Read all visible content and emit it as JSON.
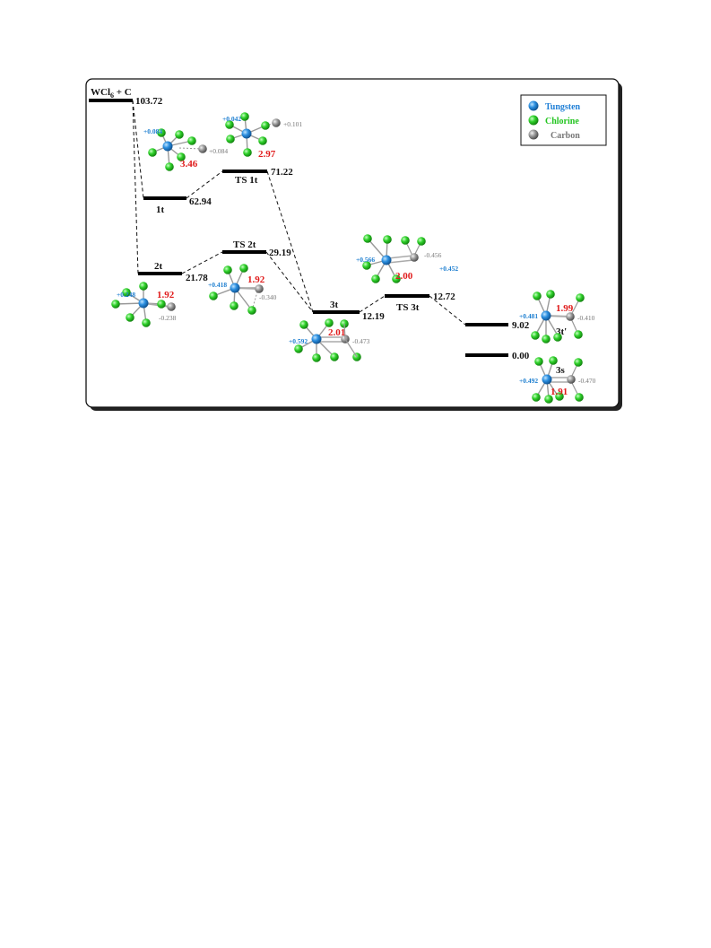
{
  "reactant": {
    "formula_main": "WCl",
    "formula_sub": "6",
    "formula_tail": " + C",
    "energy": "103.72"
  },
  "legend": {
    "tungsten": {
      "label": "Tungsten",
      "color": "#1f7fd6"
    },
    "chlorine": {
      "label": "Chlorine",
      "color": "#22c41f"
    },
    "carbon": {
      "label": "Carbon",
      "color": "#8a8a8a"
    }
  },
  "states": {
    "s1t": {
      "name": "1t",
      "energy": "62.94"
    },
    "ts1t": {
      "name": "TS 1t",
      "energy": "71.22"
    },
    "s2t": {
      "name": "2t",
      "energy": "21.78"
    },
    "ts2t": {
      "name": "TS 2t",
      "energy": "29.19"
    },
    "s3t": {
      "name": "3t",
      "energy": "12.19"
    },
    "ts3t": {
      "name": "TS 3t",
      "energy": "12.72"
    },
    "s3tp": {
      "name": "3t'",
      "energy": "9.02"
    },
    "s3s": {
      "name": "3s",
      "energy": "0.00"
    }
  },
  "structures": {
    "s1t": {
      "w_charge": "+0.084",
      "c_charge": "+0.084",
      "bond": "3.46"
    },
    "ts1t": {
      "w_charge": "+0.042",
      "c_charge": "+0.101",
      "bond": "2.97"
    },
    "s2t": {
      "w_charge": "+0.248",
      "c_charge": "-0.238",
      "bond": "1.92"
    },
    "ts2t": {
      "w_charge": "+0.418",
      "c_charge": "-0.340",
      "bond": "1.92"
    },
    "s3t": {
      "w_charge": "+0.592",
      "c_charge": "-0.473",
      "bond": "2.01"
    },
    "ts3t": {
      "w_charge": "+0.566",
      "c_charge": "-0.456",
      "c_charge2": "+0.452",
      "bond": "2.00"
    },
    "s3tp": {
      "w_charge": "+0.481",
      "c_charge": "-0.410",
      "bond": "1.99"
    },
    "s3s": {
      "w_charge": "+0.492",
      "c_charge": "-0.470",
      "bond": "1.91"
    }
  }
}
